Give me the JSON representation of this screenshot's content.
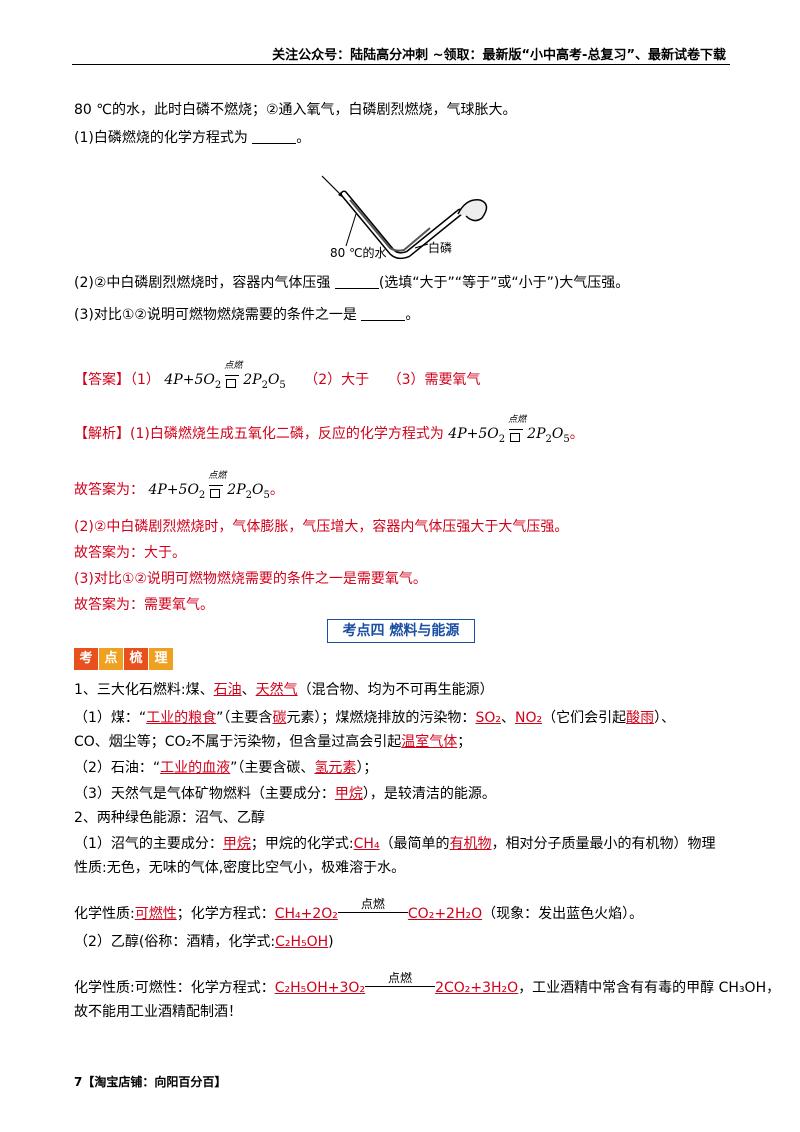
{
  "header": {
    "text": "关注公众号：陆陆高分冲刺  ~领取：最新版“小中高考-总复习”、最新试卷下载"
  },
  "question": {
    "intro": "80 ℃的水，此时白磷不燃烧；②通入氧气，白磷剧烈燃烧，气球胀大。",
    "q1": "(1)白磷燃烧的化学方程式为 ",
    "q1_end": "。",
    "figure_label_water": "80 ℃的水",
    "figure_label_p": "白磷",
    "q2_a": "(2)②中白磷剧烈燃烧时，容器内气体压强 ",
    "q2_b": "(选填“大于”“等于”或“小于”)大气压强。",
    "q3": "(3)对比①②说明可燃物燃烧需要的条件之一是 ",
    "q3_end": "。"
  },
  "answer": {
    "label": "【答案】",
    "p1": "（1）",
    "p2": "（2）大于",
    "p3": "（3）需要氧气",
    "condition": "点燃"
  },
  "analysis": {
    "label": "【解析】",
    "l1": "(1)白磷燃烧生成五氧化二磷，反应的化学方程式为",
    "period": "。",
    "ans_prefix": "故答案为：",
    "l2": "(2)②中白磷剧烈燃烧时，气体膨胀，气压增大，容器内气体压强大于大气压强。",
    "ans2": "故答案为：大于。",
    "l3": "(3)对比①②说明可燃物燃烧需要的条件之一是需要氧气。",
    "ans3": "故答案为：需要氧气。"
  },
  "section": {
    "title": "考点四    燃料与能源",
    "tags": [
      "考",
      "点",
      "梳",
      "理"
    ],
    "tag_colors": [
      "#e8501d",
      "#f0a020",
      "#e8501d",
      "#f0a020"
    ]
  },
  "content": {
    "c1": "1、三大化石燃料:煤、",
    "c1_u1": "石油",
    "c1_sep": "、",
    "c1_u2": "天然气",
    "c1_end": "（混合物、均为不可再生能源）",
    "c2_a": "（1）煤：“",
    "c2_u1": "工业的粮食",
    "c2_b": "”（主要含",
    "c2_u2": "碳",
    "c2_c": "元素）；煤燃烧排放的污染物：",
    "c2_u3": "SO₂",
    "c2_d": "、",
    "c2_u4": "NO₂",
    "c2_e": "（它们会引起",
    "c2_u5": "酸雨",
    "c2_f": "）、",
    "c3_a": "CO、烟尘等；CO₂不属于污染物，但含量过高会引起",
    "c3_u1": "温室气体",
    "c3_b": "；",
    "c4_a": "（2）石油：“",
    "c4_u1": "工业的血液",
    "c4_b": "”（主要含碳、",
    "c4_u2": "氢元素",
    "c4_c": "）；",
    "c5_a": "（3）天然气是气体矿物燃料（主要成分：",
    "c5_u1": "甲烷",
    "c5_b": "），是较清洁的能源。",
    "c6": "2、两种绿色能源：沼气、乙醇",
    "c7_a": "（1）沼气的主要成分：",
    "c7_u1": "甲烷",
    "c7_b": "；甲烷的化学式:",
    "c7_u2": "CH₄",
    "c7_c": "（最简单的",
    "c7_u3": "有机物",
    "c7_d": "，相对分子质量最小的有机物）物理",
    "c8": "性质:无色，无味的气体,密度比空气小，极难溶于水。",
    "c9_a": "化学性质:",
    "c9_u1": "可燃性",
    "c9_b": "；化学方程式：",
    "c9_u2": "CH₄+2O₂",
    "c9_u3": "CO₂+2H₂O",
    "c9_c": "（现象：发出蓝色火焰）。",
    "c10_a": "（2）乙醇(俗称：酒精，化学式:",
    "c10_u1": "C₂H₅OH",
    "c10_b": ")",
    "c11_a": "化学性质:可燃性：化学方程式：",
    "c11_u1": "C₂H₅OH+3O₂",
    "c11_u2": "2CO₂+3H₂O",
    "c11_b": "，工业酒精中常含有有毒的甲醇 CH₃OH，",
    "c12": "故不能用工业酒精配制酒！"
  },
  "footer": {
    "text": "7【淘宝店铺：向阳百分百】"
  }
}
